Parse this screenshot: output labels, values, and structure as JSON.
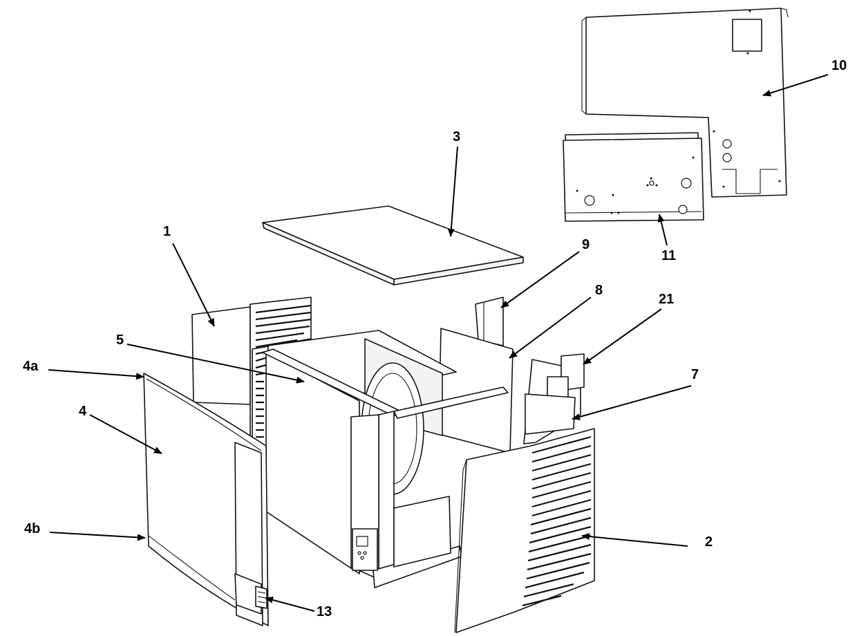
{
  "callouts": [
    {
      "id": "1",
      "text": "1"
    },
    {
      "id": "2",
      "text": "2"
    },
    {
      "id": "3",
      "text": "3"
    },
    {
      "id": "4",
      "text": "4"
    },
    {
      "id": "4a",
      "text": "4a"
    },
    {
      "id": "4b",
      "text": "4b"
    },
    {
      "id": "5",
      "text": "5"
    },
    {
      "id": "7",
      "text": "7"
    },
    {
      "id": "8",
      "text": "8"
    },
    {
      "id": "9",
      "text": "9"
    },
    {
      "id": "10",
      "text": "10"
    },
    {
      "id": "11",
      "text": "11"
    },
    {
      "id": "13",
      "text": "13"
    },
    {
      "id": "21",
      "text": "21"
    }
  ],
  "colors": {
    "line": "#111111",
    "background": "#ffffff",
    "label": "#000000"
  }
}
